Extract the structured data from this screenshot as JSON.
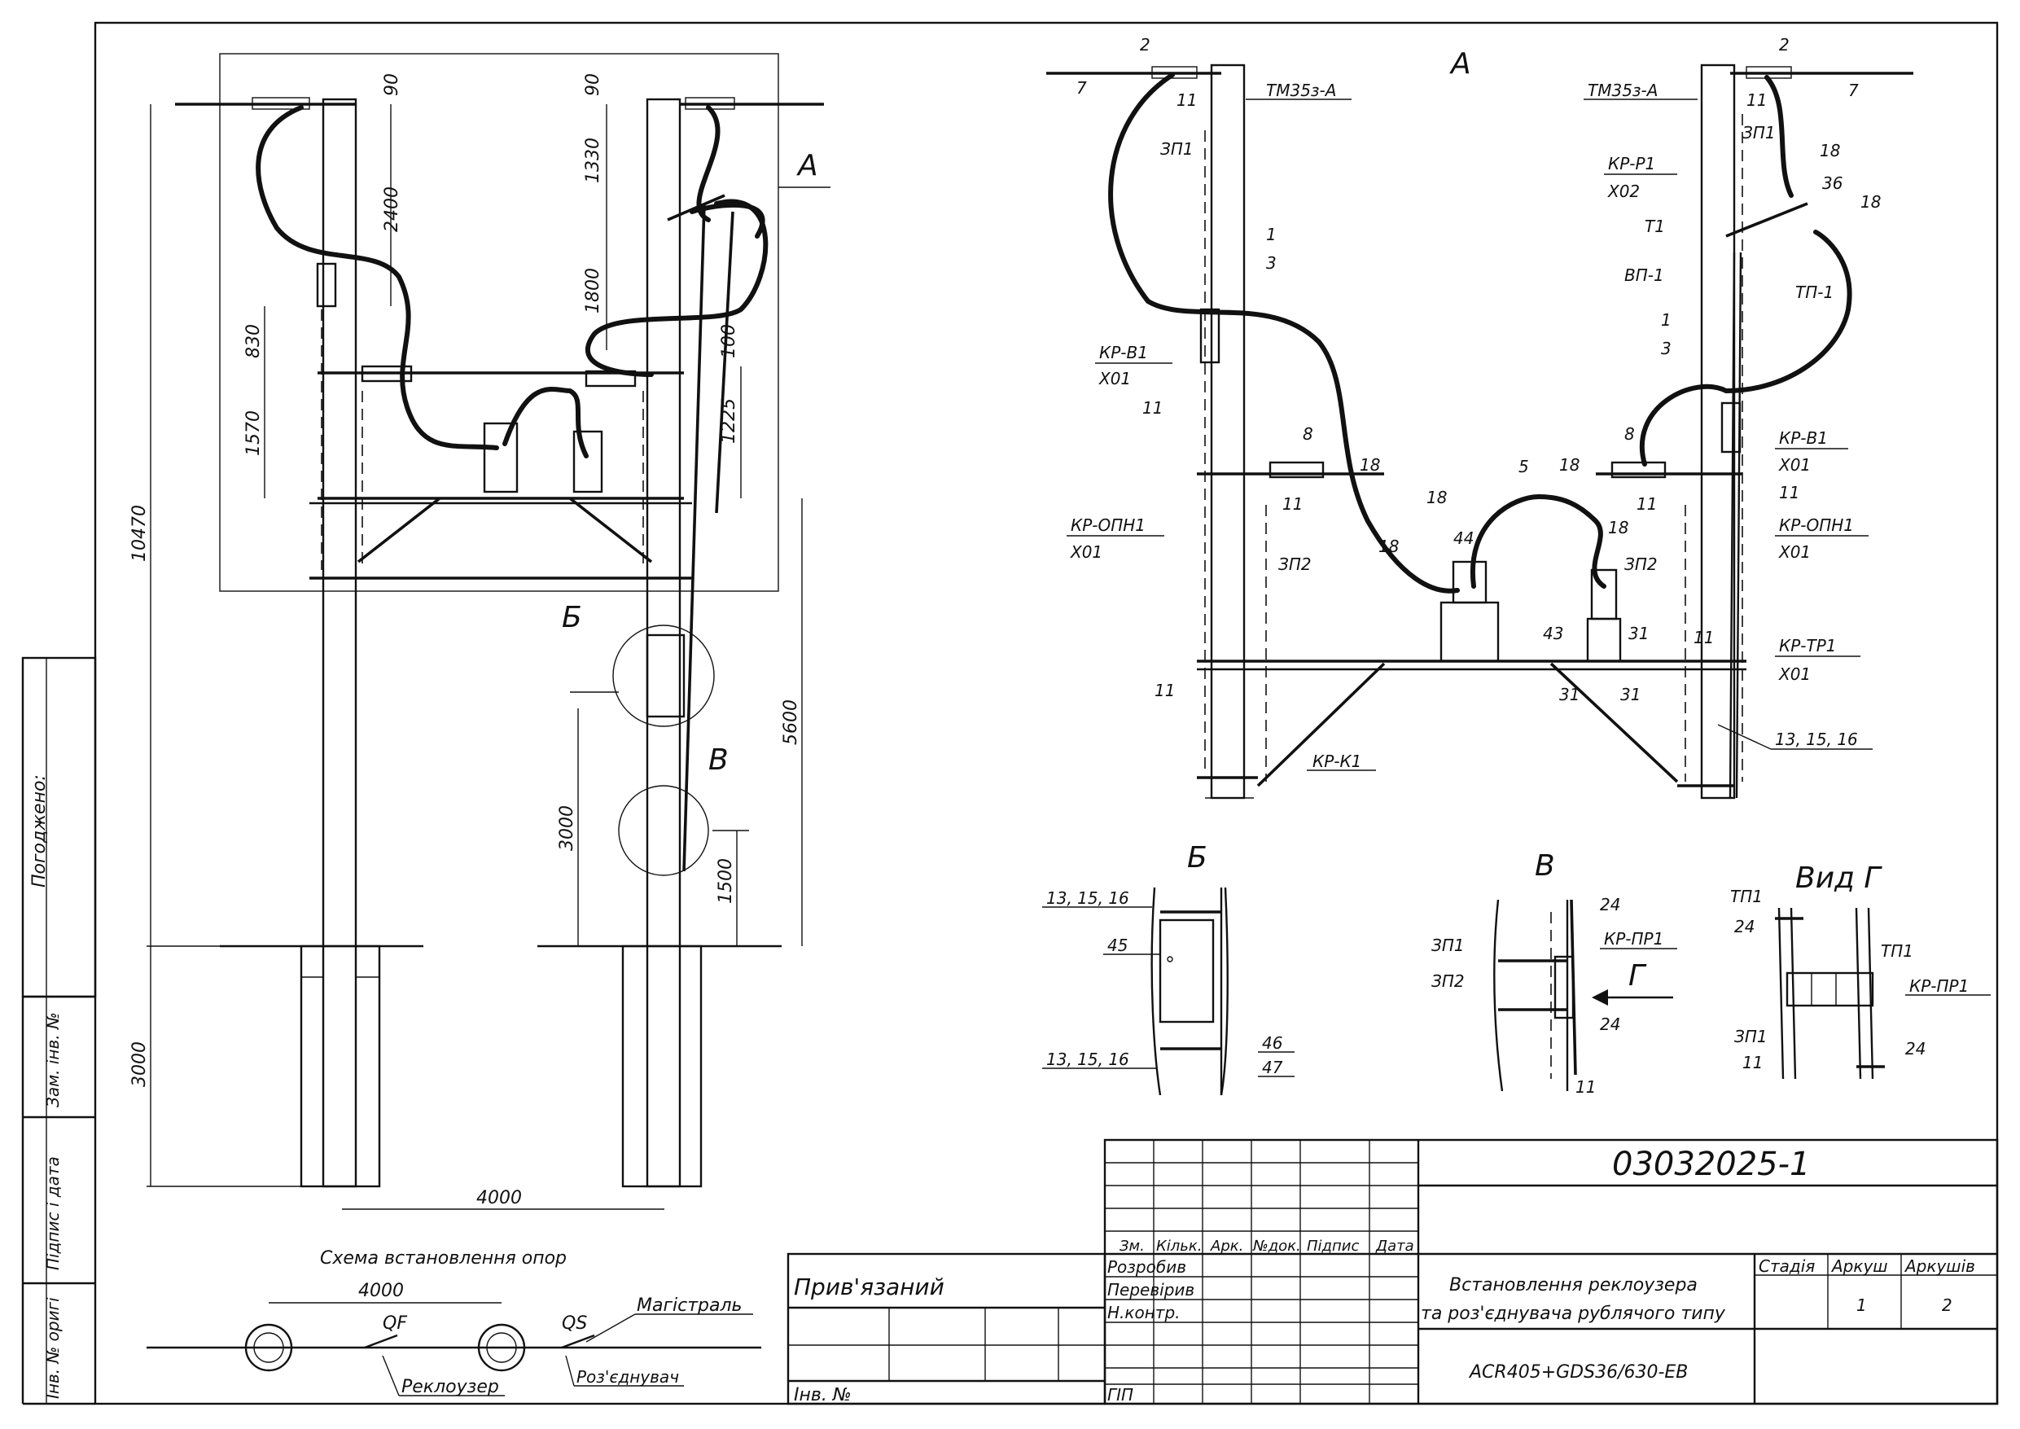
{
  "title_block": {
    "doc_code": "03032025-1",
    "title_line1": "Встановлення   реклоузера",
    "title_line2": "та роз'єднувача рублячого типу",
    "equipment": "ACR405+GDS36/630-EB",
    "col_headers": [
      "Зм.",
      "Кільк.",
      "Арк.",
      "№док.",
      "Підпис",
      "Дата"
    ],
    "roles": [
      "Розробив",
      "Перевірив",
      "Н.контр.",
      "ГІП"
    ],
    "stage_label": "Стадія",
    "sheet_label": "Аркуш",
    "sheets_label": "Аркушів",
    "sheet_value": "1",
    "sheets_value": "2",
    "privyazaniy": "Прив'язаний",
    "inv_no": "Інв. №"
  },
  "side_stamp": {
    "pogodzheno": "Погоджено:",
    "zam_inv": "Зам. інв. №",
    "pidpys_data": "Підпис і дата",
    "inv_orig": "Інв. № оригі"
  },
  "left_view": {
    "dims": [
      "90",
      "90",
      "2400",
      "1330",
      "1800",
      "100",
      "830",
      "1570",
      "1225",
      "10470",
      "5600",
      "3000",
      "1500",
      "3000",
      "4000"
    ],
    "view_labels": [
      "А",
      "Б",
      "В"
    ],
    "caption": "Схема встановлення опор"
  },
  "scheme": {
    "dim": "4000",
    "qf": "QF",
    "qs": "QS",
    "magistral": "Магістраль",
    "recloser": "Реклоузер",
    "disconnector": "Роз'єднувач"
  },
  "view_a": {
    "title": "А",
    "labels_left": [
      "7",
      "2",
      "11",
      "ТМ35з-А",
      "ЗП1",
      "1",
      "3",
      "КР-В1",
      "Х01",
      "11",
      "8",
      "18",
      "11",
      "КР-ОПН1",
      "Х01",
      "ЗП2",
      "11",
      "КР-К1"
    ],
    "labels_center": [
      "18",
      "5",
      "18",
      "44",
      "18",
      "18",
      "43",
      "31",
      "31",
      "31"
    ],
    "labels_right": [
      "2",
      "7",
      "ТМ35з-А",
      "11",
      "ЗП1",
      "КР-Р1",
      "Х02",
      "18",
      "36",
      "18",
      "Т1",
      "ВП-1",
      "ТП-1",
      "1",
      "3",
      "8",
      "КР-В1",
      "Х01",
      "11",
      "11",
      "КР-ОПН1",
      "Х01",
      "ЗП2",
      "11",
      "КР-ТР1",
      "Х01",
      "13, 15, 16"
    ]
  },
  "detail_b": {
    "title": "Б",
    "labels": [
      "13, 15, 16",
      "45",
      "13, 15, 16",
      "46",
      "47"
    ]
  },
  "detail_v": {
    "title": "В",
    "labels": [
      "24",
      "КР-ПР1",
      "ЗП1",
      "ЗП2",
      "Г",
      "24",
      "11"
    ]
  },
  "detail_g": {
    "title": "Вид Г",
    "labels": [
      "ТП1",
      "24",
      "ТП1",
      "КР-ПР1",
      "ЗП1",
      "11",
      "24"
    ]
  }
}
